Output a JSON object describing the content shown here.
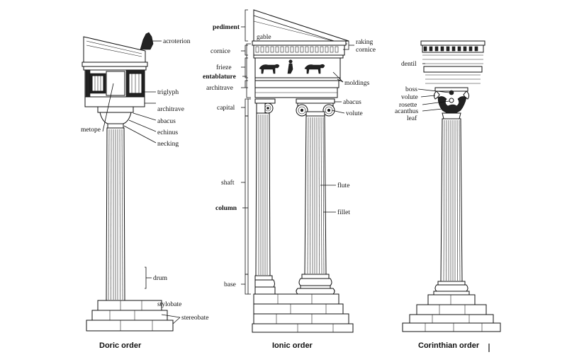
{
  "doric": {
    "caption": "Doric order",
    "labels": {
      "acroterion": "acroterion",
      "triglyph": "triglyph",
      "architrave": "architrave",
      "abacus": "abacus",
      "metope": "metope",
      "echinus": "echinus",
      "necking": "necking",
      "drum": "drum",
      "stylobate": "stylobate",
      "stereobate": "stereobate"
    }
  },
  "ionic": {
    "caption": "Ionic order",
    "labels": {
      "pediment": "pediment",
      "gable": "gable",
      "raking_cornice_1": "raking",
      "raking_cornice_2": "cornice",
      "cornice": "cornice",
      "frieze": "frieze",
      "entablature": "entablature",
      "moldings": "moldings",
      "architrave": "architrave",
      "capital": "capital",
      "abacus": "abacus",
      "volute": "volute",
      "shaft": "shaft",
      "flute": "flute",
      "column": "column",
      "fillet": "fillet",
      "base": "base"
    }
  },
  "corinthian": {
    "caption": "Corinthian order",
    "labels": {
      "dentil": "dentil",
      "boss": "boss",
      "volute": "volute",
      "rosette": "rosette",
      "acanthus": "acanthus",
      "leaf": "leaf"
    }
  }
}
